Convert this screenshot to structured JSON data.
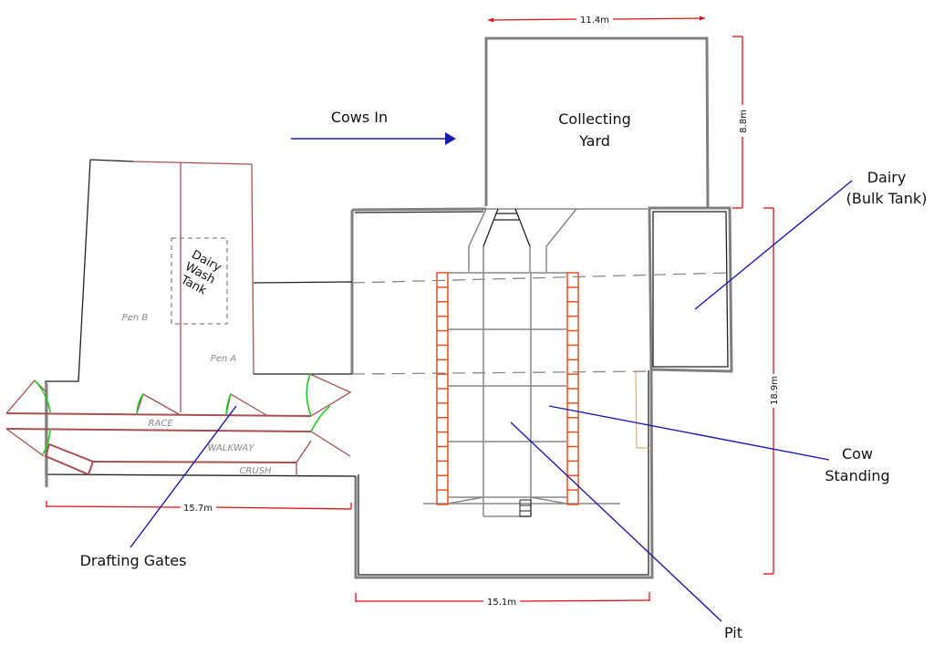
{
  "diagram": {
    "type": "dairy shed floor plan",
    "areas": {
      "collecting_yard": [
        "Collecting",
        "Yard"
      ],
      "dairy": [
        "Dairy",
        "(Bulk Tank)"
      ],
      "cow_standing": [
        "Cow",
        "Standing"
      ],
      "pit": "Pit",
      "drafting_gates": "Drafting Gates",
      "dairy_wash_tank": [
        "Dairy",
        "Wash",
        "Tank"
      ],
      "pen_a": "Pen A",
      "pen_b": "Pen B",
      "race": "RACE",
      "walkway": "WALKWAY",
      "crush": "CRUSH"
    },
    "flow": {
      "cows_in": "Cows In"
    },
    "dimensions": {
      "collecting_yard_width": "11.4m",
      "collecting_yard_depth": "8.8m",
      "shed_depth": "18.9m",
      "shed_width": "15.1m",
      "yard_race_width": "15.7m"
    },
    "colors": {
      "walls": "#808080",
      "dimension_lines": "#e01010",
      "leader_lines": "#1a1ab0",
      "rails": "#a85050",
      "gates": "#22cc22",
      "bails": "#e85020"
    }
  }
}
